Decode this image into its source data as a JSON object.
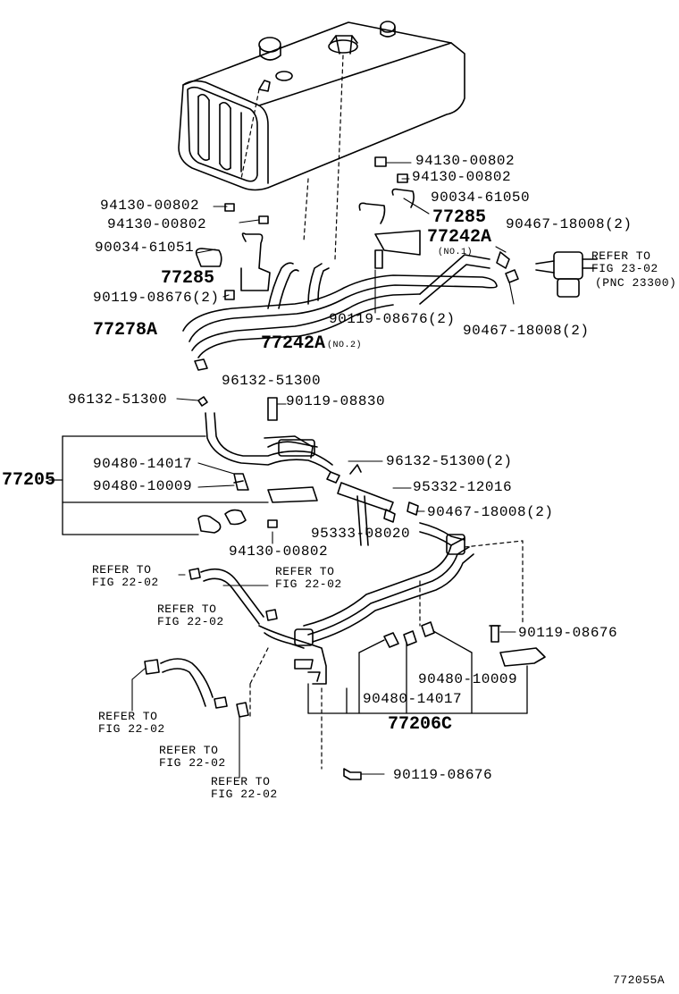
{
  "parts": {
    "p94130_top1": "94130-00802",
    "p94130_top2": "94130-00802",
    "p90034_61050": "90034-61050",
    "p94130_left1": "94130-00802",
    "p94130_left2": "94130-00802",
    "p77285_right": "77285",
    "p77242A_top": "77242A",
    "no1": "(NO.1)",
    "p90467_top": "90467-18008(2)",
    "p90034_61051": "90034-61051",
    "refer_2302_a": "REFER TO",
    "refer_2302_b": "FIG 23-02",
    "pnc": "(PNC 23300)",
    "p77285_left": "77285",
    "p90119_08676_2_left": "90119-08676(2)",
    "p90119_08676_2_mid": "90119-08676(2)",
    "p90467_mid": "90467-18008(2)",
    "p77278A": "77278A",
    "p77242A_bottom": "77242A",
    "no2": "(NO.2)",
    "p96132_a": "96132-51300",
    "p96132_b": "96132-51300",
    "p90119_08830": "90119-08830",
    "p77205": "77205",
    "p90480_14017_a": "90480-14017",
    "p90480_10009_a": "90480-10009",
    "p96132_2": "96132-51300(2)",
    "p95332": "95332-12016",
    "p95333": "95333-08020",
    "p90467_low": "90467-18008(2)",
    "p94130_low": "94130-00802",
    "refer1_a": "REFER TO",
    "refer1_b": "FIG 22-02",
    "refer2_a": "REFER TO",
    "refer2_b": "FIG 22-02",
    "refer3_a": "REFER TO",
    "refer3_b": "FIG 22-02",
    "p90119_08676_r": "90119-08676",
    "p90480_10009_b": "90480-10009",
    "p90480_14017_b": "90480-14017",
    "p77206C": "77206C",
    "refer4_a": "REFER TO",
    "refer4_b": "FIG 22-02",
    "refer5_a": "REFER TO",
    "refer5_b": "FIG 22-02",
    "refer6_a": "REFER TO",
    "refer6_b": "FIG 22-02",
    "p90119_08676_bot": "90119-08676",
    "figure_id": "772055A"
  }
}
